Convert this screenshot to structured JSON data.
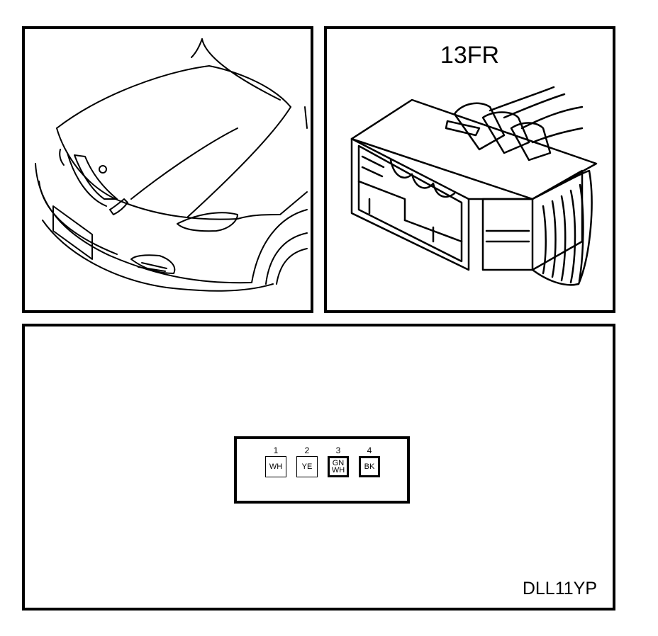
{
  "connector": {
    "id": "13FR",
    "reference": "DLL11YP"
  },
  "pins": [
    {
      "number": "1",
      "color": "WH"
    },
    {
      "number": "2",
      "color": "YE"
    },
    {
      "number": "3",
      "color_top": "GN",
      "color_bottom": "WH"
    },
    {
      "number": "4",
      "color": "BK"
    }
  ]
}
